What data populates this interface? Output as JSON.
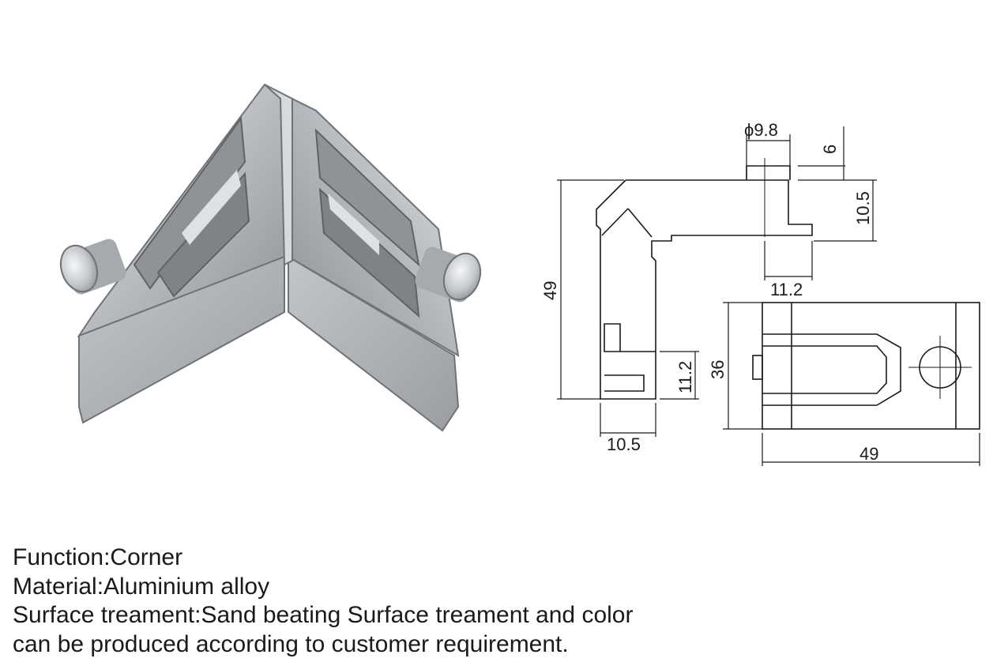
{
  "drawing": {
    "dimensions": {
      "diameter": "ϕ9.8",
      "top_offset": "6",
      "top_height": "10.5",
      "top_width": "11.2",
      "overall_height": "49",
      "side_height": "11.2",
      "bottom_width": "10.5",
      "plan_height": "36",
      "plan_width": "49"
    }
  },
  "specs": {
    "function": "Function:Corner",
    "material": "Material:Aluminium alloy",
    "surface_1": "Surface treament:Sand beating Surface treament and color",
    "surface_2": "can be produced according to customer requirement."
  }
}
